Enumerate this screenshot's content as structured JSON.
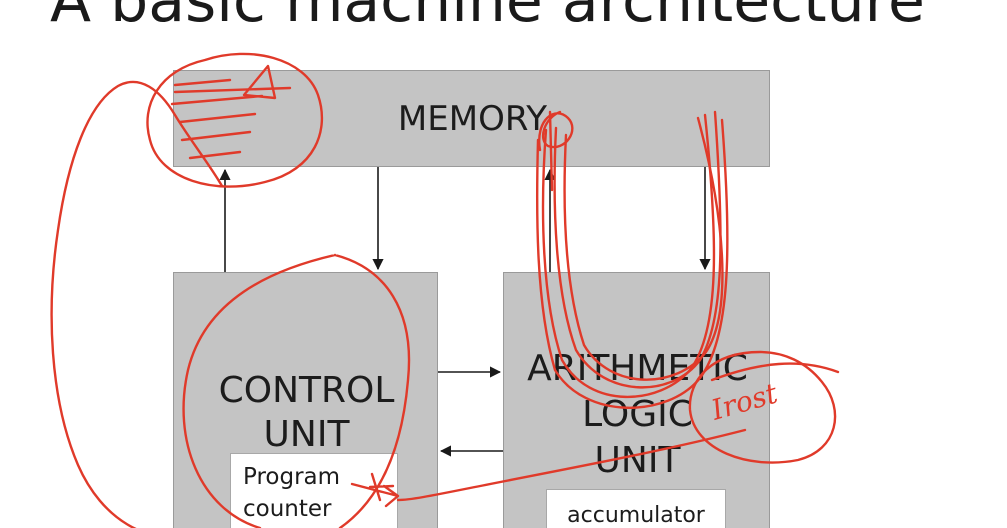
{
  "title": "A basic machine architecture",
  "memory": {
    "label": "MEMORY"
  },
  "control_unit": {
    "label_line1": "CONTROL",
    "label_line2": "UNIT",
    "inner_line1": "Program",
    "inner_line2": "counter"
  },
  "alu": {
    "label_line1": "ARITHMETIC",
    "label_line2": "LOGIC",
    "label_line3": "UNIT",
    "inner": "accumulator"
  },
  "annotation": {
    "handwritten": "Irost"
  },
  "colors": {
    "box_fill": "#c4c4c4",
    "ink": "#e03a2a",
    "arrow": "#1a1a1a"
  }
}
